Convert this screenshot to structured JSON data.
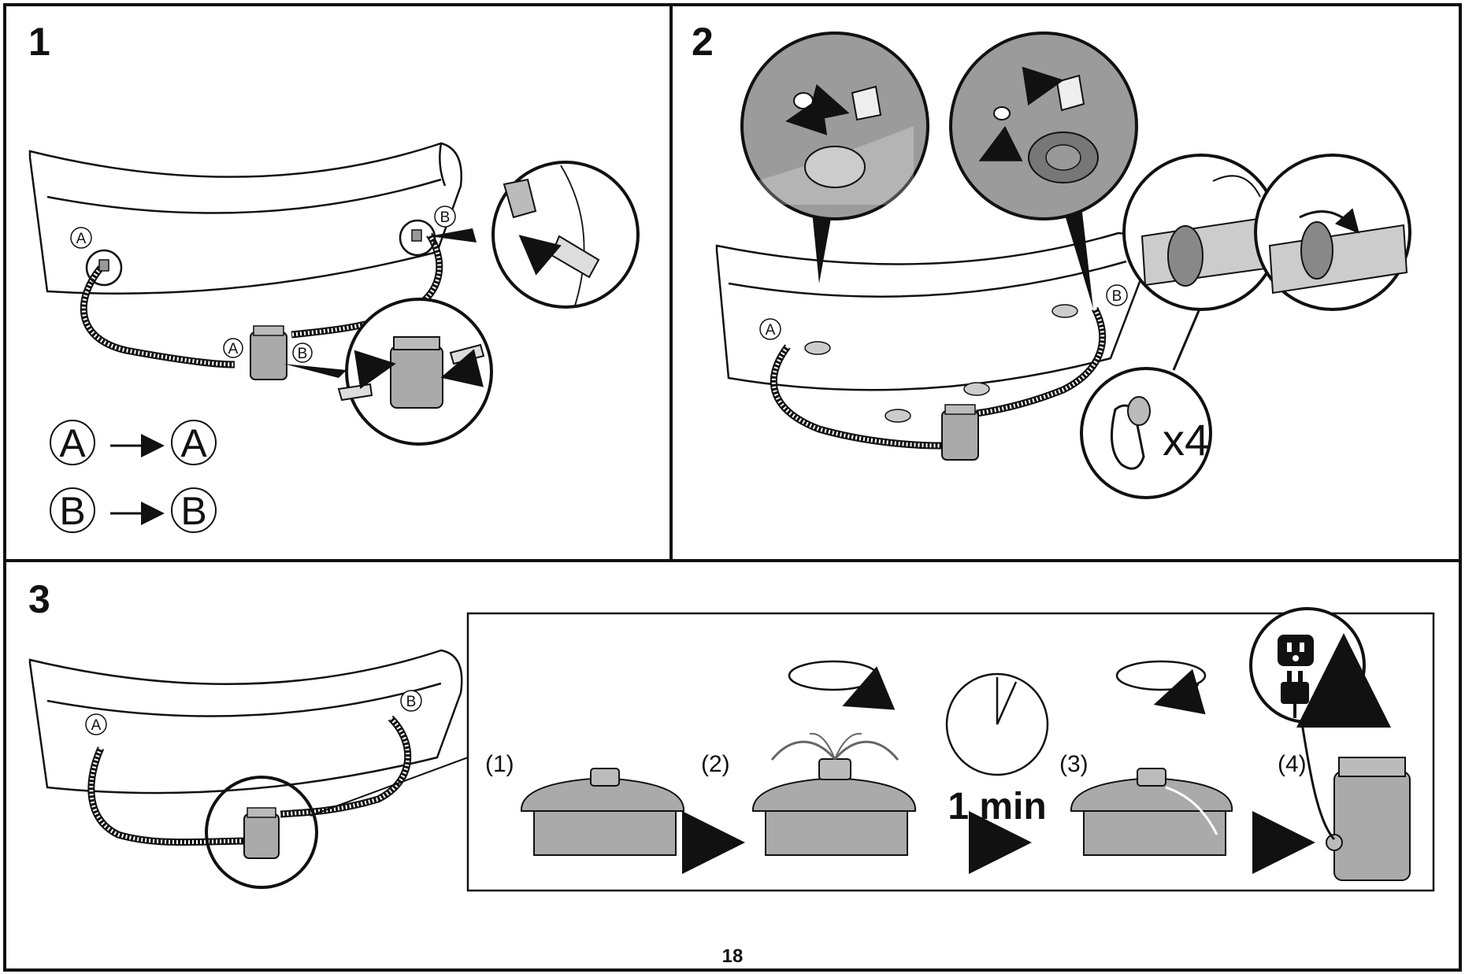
{
  "page": {
    "number": "18"
  },
  "steps": [
    {
      "label": "1"
    },
    {
      "label": "2"
    },
    {
      "label": "3"
    }
  ],
  "connection_letters": {
    "a": "A",
    "b": "B"
  },
  "step3_substeps": [
    "(1)",
    "(2)",
    "(3)",
    "(4)"
  ],
  "timer": {
    "label": "1 min"
  },
  "clamp": {
    "count_label": "x4"
  },
  "colors": {
    "line": "#111111",
    "fill_gray": "#a9a9a9",
    "fill_light_gray": "#c8c8c8",
    "background": "#ffffff"
  }
}
